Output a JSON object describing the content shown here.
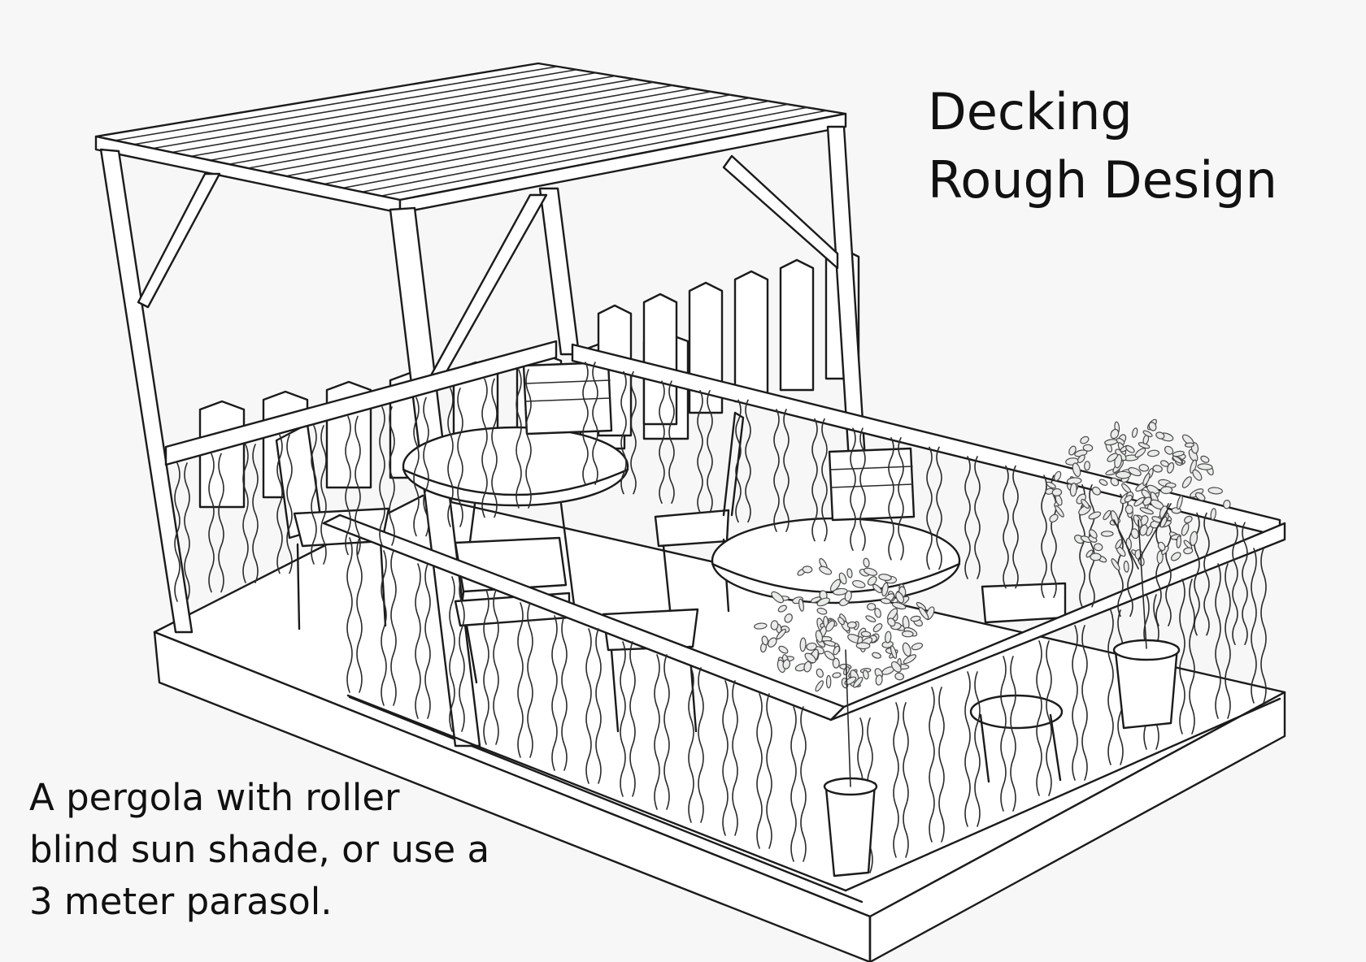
{
  "title": {
    "line1": "Decking",
    "line2": "Rough Design"
  },
  "note": {
    "line1": "A pergola with roller",
    "line2": "blind sun shade, or use a",
    "line3": "3 meter parasol."
  }
}
